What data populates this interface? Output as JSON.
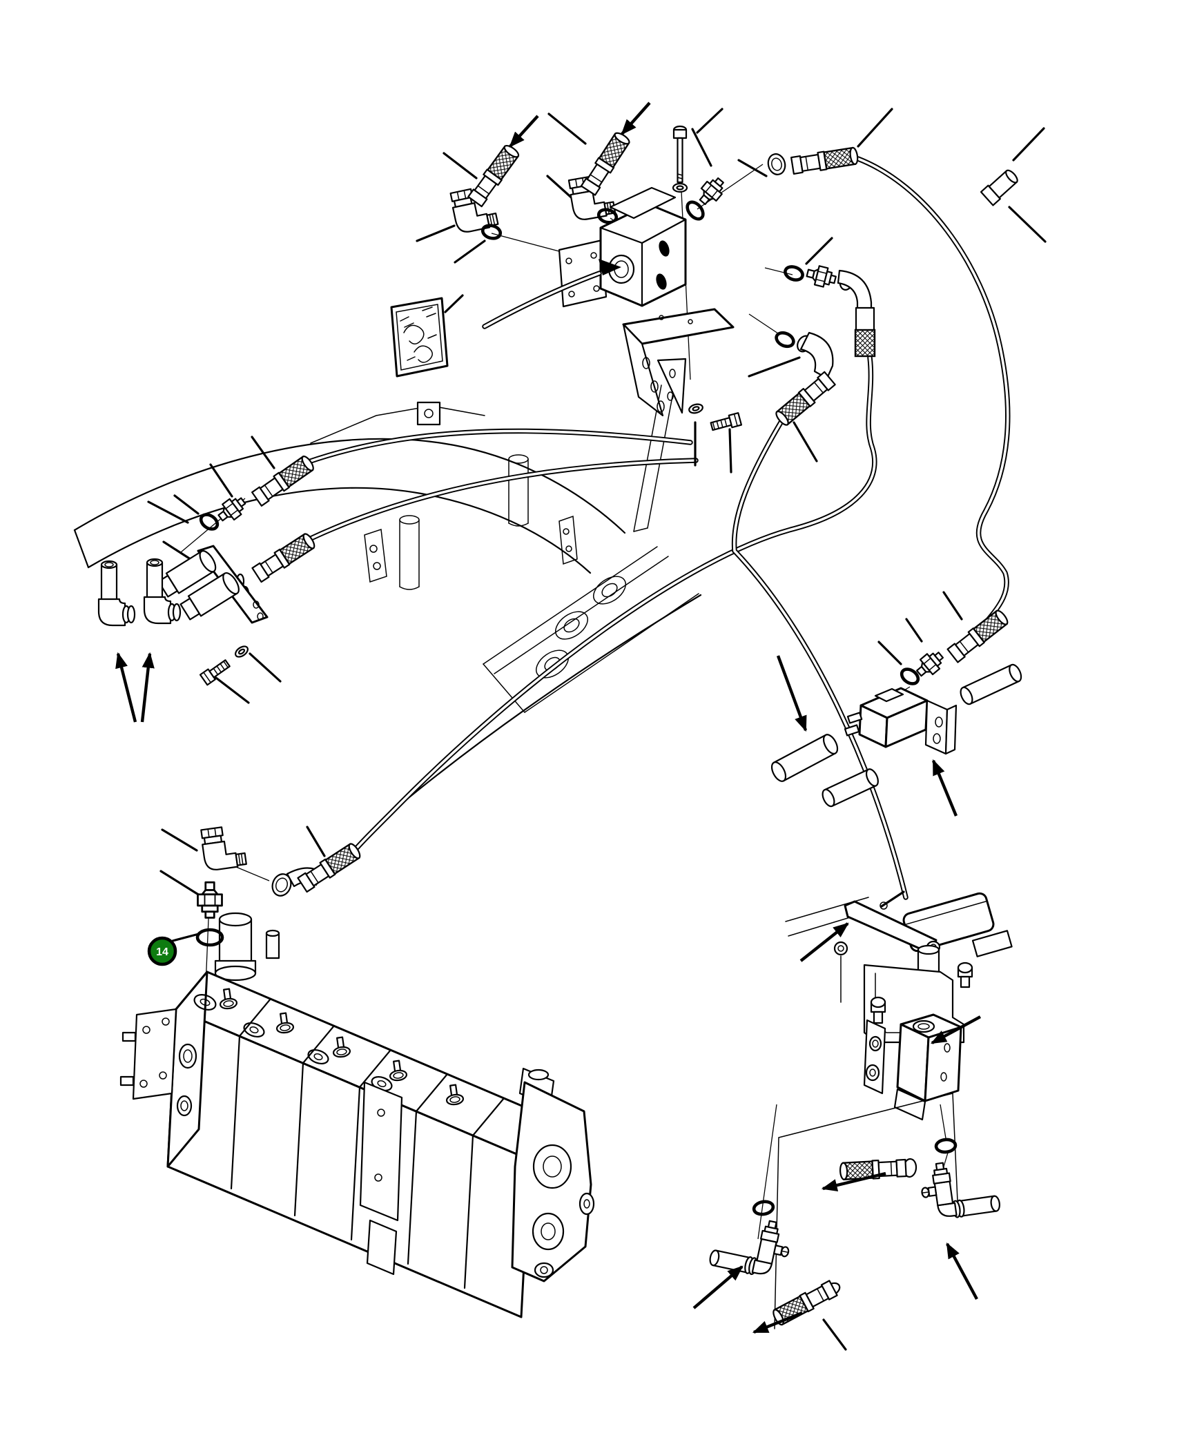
{
  "meta": {
    "type": "exploded-parts-diagram",
    "background": "#ffffff",
    "line_color": "#000000"
  },
  "callout": {
    "label": "14",
    "fill": "#0e7c10",
    "text_color": "#ffffff",
    "border": "#000000"
  },
  "assemblies": [
    {
      "name": "hose-fitting-assembly-top-left",
      "parts": [
        "hose-end",
        "elbow-fitting",
        "o-ring"
      ]
    },
    {
      "name": "hose-fitting-assembly-top-center",
      "parts": [
        "hose-end",
        "elbow-fitting",
        "o-ring"
      ]
    },
    {
      "name": "junction-block-assembly",
      "parts": [
        "junction-block",
        "side-block",
        "mounting-bracket",
        "long-bolt",
        "washer",
        "bolt",
        "o-ring",
        "adapter-fitting",
        "swivel-nut",
        "hose-elbow"
      ]
    },
    {
      "name": "decal-plate",
      "parts": [
        "decal"
      ]
    },
    {
      "name": "chassis-frame",
      "parts": [
        "boom-arm",
        "rail-with-bores",
        "standoff-cylinder",
        "lug-plate",
        "gusset"
      ]
    },
    {
      "name": "hose-fittings-mid-left",
      "parts": [
        "hose-end",
        "hose-end",
        "connector-plate",
        "connector",
        "o-ring",
        "adapter-fitting",
        "elbow-with-tube",
        "elbow-with-tube",
        "bolt",
        "washer"
      ]
    },
    {
      "name": "control-valve-bank",
      "parts": [
        "valve-section",
        "spool-cap",
        "relief-valve",
        "end-cover",
        "port"
      ]
    },
    {
      "name": "valve-inlet-fittings",
      "parts": [
        "elbow-fitting",
        "straight-adapter",
        "o-ring",
        "hose-45-elbow"
      ]
    },
    {
      "name": "tube-manifold-right",
      "parts": [
        "manifold-block",
        "bracket",
        "tube",
        "tube",
        "tube",
        "o-ring",
        "adapter-fitting",
        "hose-end"
      ]
    },
    {
      "name": "foot-pedal-valve-assembly",
      "parts": [
        "pedal",
        "pedal-arm",
        "stem",
        "bracket",
        "bolt",
        "bolt",
        "pilot-valve-block",
        "panel"
      ]
    },
    {
      "name": "tee-fitting-assembly-left",
      "parts": [
        "tee-fitting",
        "tube",
        "o-ring",
        "hose-end"
      ]
    },
    {
      "name": "tee-fitting-assembly-right",
      "parts": [
        "tee-fitting",
        "tube",
        "o-ring",
        "hose-elbow"
      ]
    }
  ]
}
